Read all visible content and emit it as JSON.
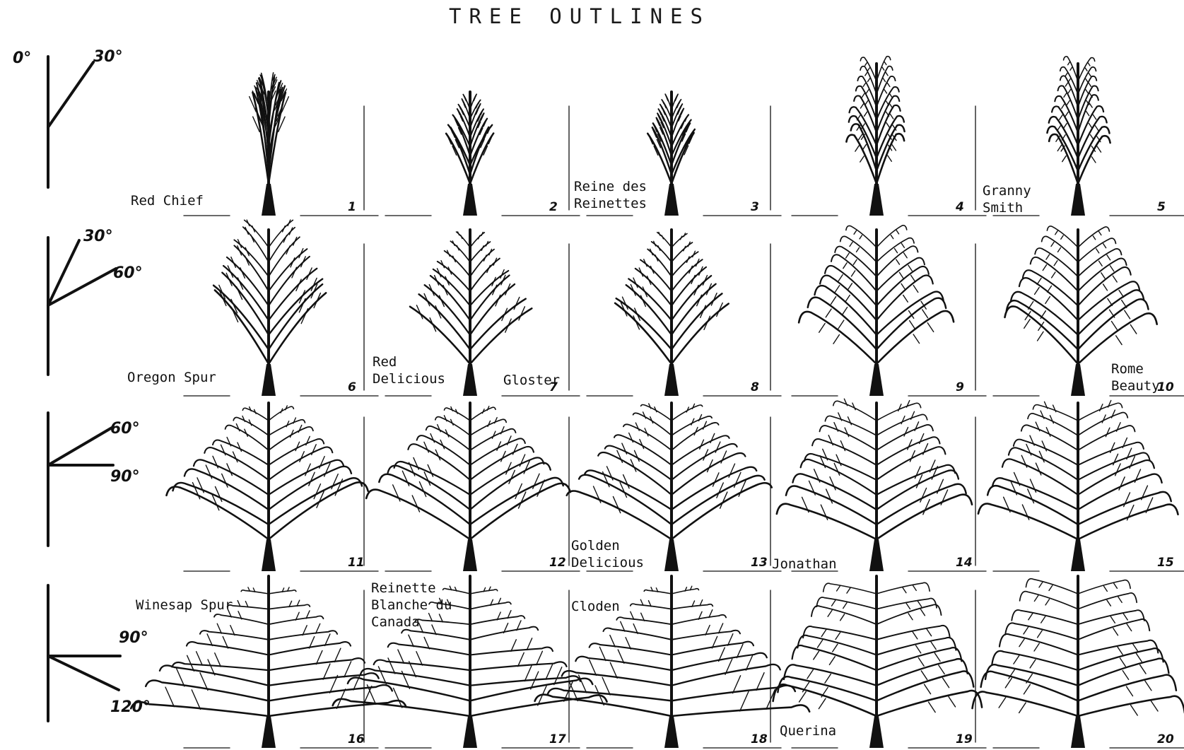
{
  "title": "TREE OUTLINES",
  "angle_diagrams": [
    {
      "labels": [
        "0°",
        "30°"
      ]
    },
    {
      "labels": [
        "30°",
        "60°"
      ]
    },
    {
      "labels": [
        "60°",
        "90°"
      ]
    },
    {
      "labels": [
        "90°",
        "120°"
      ]
    }
  ],
  "trees": [
    {
      "number": "1",
      "variety": "Red Chief",
      "habit": "columnar"
    },
    {
      "number": "2",
      "variety": "",
      "habit": "narrow-upright"
    },
    {
      "number": "3",
      "variety": "Reine des\nReinettes",
      "habit": "narrow-upright"
    },
    {
      "number": "4",
      "variety": "",
      "habit": "tall-drooping"
    },
    {
      "number": "5",
      "variety": "Granny\nSmith",
      "habit": "tall-drooping"
    },
    {
      "number": "6",
      "variety": "Oregon Spur",
      "habit": "vase"
    },
    {
      "number": "7",
      "variety": "Red\nDelicious",
      "habit": "oval"
    },
    {
      "number": "8",
      "variety": "Gloster",
      "habit": "oval"
    },
    {
      "number": "9",
      "variety": "",
      "habit": "spreading-drooping"
    },
    {
      "number": "10",
      "variety": "Rome\nBeauty",
      "habit": "spreading-drooping"
    },
    {
      "number": "11",
      "variety": "",
      "habit": "round"
    },
    {
      "number": "12",
      "variety": "",
      "habit": "round"
    },
    {
      "number": "13",
      "variety": "Golden\nDelicious",
      "habit": "open"
    },
    {
      "number": "14",
      "variety": "Jonathan",
      "habit": "open-drooping"
    },
    {
      "number": "15",
      "variety": "",
      "habit": "open-drooping"
    },
    {
      "number": "16",
      "variety": "Winesap Spur",
      "habit": "horizontal"
    },
    {
      "number": "17",
      "variety": "Reinette\nBlanche du\nCanada",
      "habit": "horizontal"
    },
    {
      "number": "18",
      "variety": "Cloden",
      "habit": "horizontal"
    },
    {
      "number": "19",
      "variety": "Querina",
      "habit": "weeping"
    },
    {
      "number": "20",
      "variety": "",
      "habit": "weeping"
    }
  ]
}
